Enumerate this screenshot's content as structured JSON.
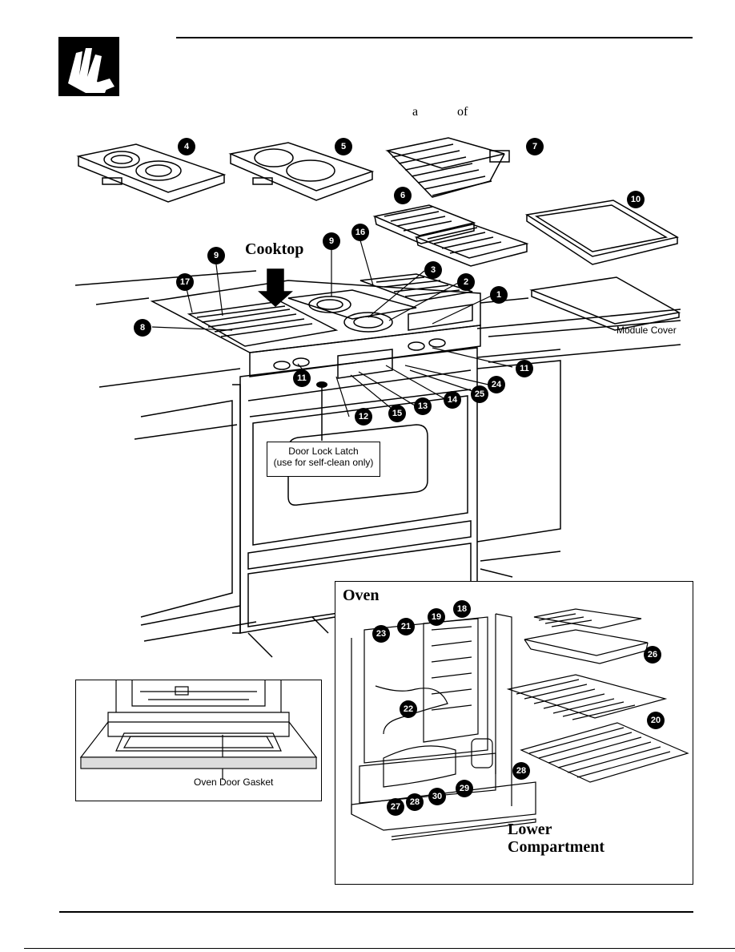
{
  "header": {
    "fragment_a": "a",
    "fragment_of": "of",
    "icon": "hand-pressing-button-icon"
  },
  "labels": {
    "cooktop": "Cooktop",
    "module_cover": "Module Cover",
    "door_lock_line1": "Door Lock Latch",
    "door_lock_line2": "(use for self-clean only)",
    "oven": "Oven",
    "oven_door_gasket": "Oven Door Gasket",
    "lower_line1": "Lower",
    "lower_line2": "Compartment"
  },
  "callouts": {
    "c1": "1",
    "c2": "2",
    "c3": "3",
    "c4": "4",
    "c5": "5",
    "c6": "6",
    "c7": "7",
    "c8": "8",
    "c9a": "9",
    "c9b": "9",
    "c10": "10",
    "c11a": "11",
    "c11b": "11",
    "c12": "12",
    "c13": "13",
    "c14": "14",
    "c15": "15",
    "c16": "16",
    "c17": "17",
    "c18": "18",
    "c19": "19",
    "c20": "20",
    "c21": "21",
    "c22": "22",
    "c23": "23",
    "c24": "24",
    "c25": "25",
    "c26": "26",
    "c27": "27",
    "c28a": "28",
    "c28b": "28",
    "c29": "29",
    "c30": "30"
  }
}
